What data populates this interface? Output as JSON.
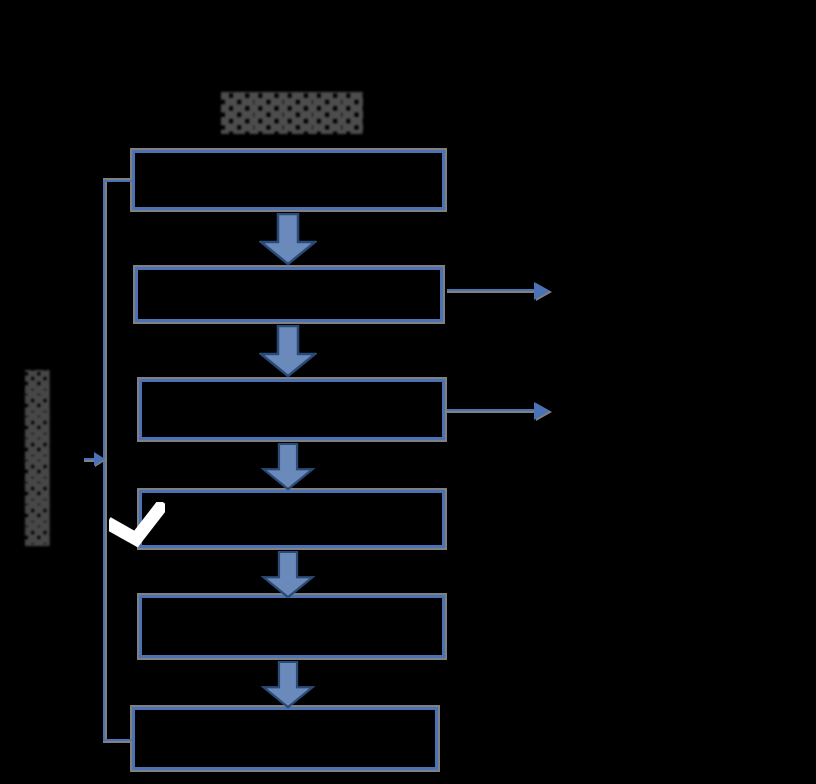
{
  "title": {
    "text": "▓▓▓▓▓"
  },
  "side_label": {
    "text": "▓▓▓▓▓▓▓▓▓▓▓▓▓▓▓▓"
  },
  "flow": {
    "type": "flowchart",
    "direction": "top-down",
    "step_count": 6,
    "steps": [
      {
        "id": 1,
        "label": ""
      },
      {
        "id": 2,
        "label": ""
      },
      {
        "id": 3,
        "label": ""
      },
      {
        "id": 4,
        "label": ""
      },
      {
        "id": 5,
        "label": ""
      },
      {
        "id": 6,
        "label": ""
      }
    ],
    "feedback_loop": {
      "from_step": 6,
      "to_step": 1,
      "side": "left"
    },
    "side_outputs": [
      {
        "from_step": 2
      },
      {
        "from_step": 3
      }
    ]
  },
  "icons": {
    "down_arrow": "block-arrow-down",
    "right_arrow": "thin-arrow-right",
    "feedback_arrowhead": "small-arrow-right",
    "check_annotation": "white-check-mark"
  },
  "colors": {
    "background": "#000000",
    "box_border_gray": "#808080",
    "box_border_blue": "#4a72b4",
    "arrow_fill": "#6b8abc",
    "arrow_stroke": "#2b4a76",
    "connector_blue": "#4a72b4",
    "connector_gray": "#808080",
    "check_white": "#ffffff",
    "title_gray": "#4d4d4d",
    "label_gray": "#474747"
  }
}
